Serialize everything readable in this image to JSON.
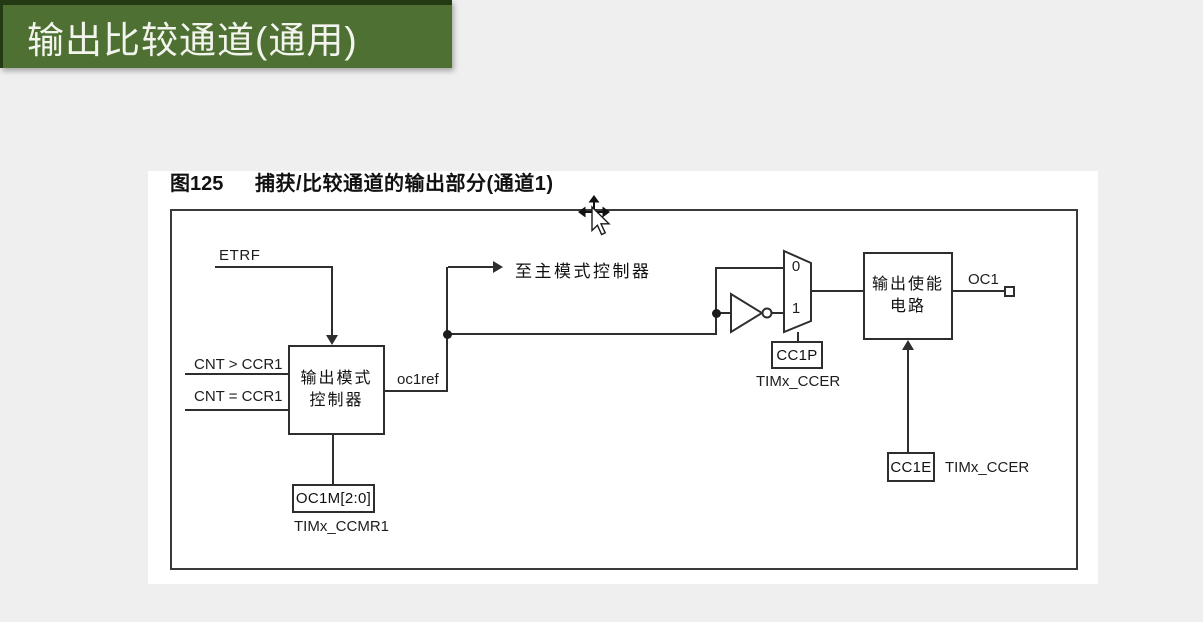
{
  "banner": {
    "title": "输出比较通道(通用)"
  },
  "caption": {
    "number": "图125",
    "text": "捕获/比较通道的输出部分(通道1)"
  },
  "diagram": {
    "etrf": "ETRF",
    "cnt_gt": "CNT > CCR1",
    "cnt_eq": "CNT = CCR1",
    "output_mode_controller": {
      "line1": "输出模式",
      "line2": "控制器"
    },
    "oc1ref": "oc1ref",
    "to_master_mode_controller": "至主模式控制器",
    "mux": {
      "input0": "0",
      "input1": "1"
    },
    "cc1p": "CC1P",
    "timx_ccer_cc1p": "TIMx_CCER",
    "output_enable_circuit": {
      "line1": "输出使能",
      "line2": "电路"
    },
    "oc1": "OC1",
    "cc1e": "CC1E",
    "timx_ccer_cc1e": "TIMx_CCER",
    "oc1m": "OC1M[2:0]",
    "timx_ccmr1": "TIMx_CCMR1"
  },
  "colors": {
    "banner_bg": "#4e7133",
    "banner_text": "#f3f4ee",
    "page_bg": "#efefef",
    "panel_bg": "#ffffff",
    "line": "#2e2e2e"
  }
}
